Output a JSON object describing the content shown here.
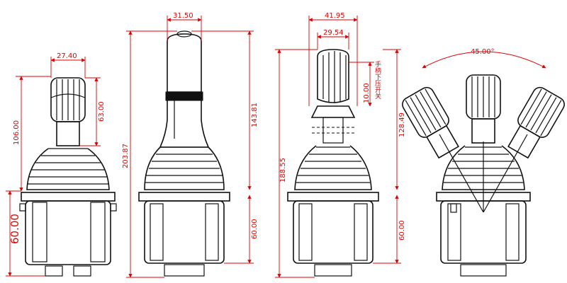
{
  "views": [
    {
      "name": "view-1",
      "dimensions": {
        "knob_width": "27.40",
        "total_height": "106.00",
        "knob_height": "63.00",
        "base_height": "60.00"
      }
    },
    {
      "name": "view-2",
      "dimensions": {
        "handle_width": "31.50",
        "total_height": "203.87",
        "above_base_height": "143.81",
        "base_height": "60.00"
      }
    },
    {
      "name": "view-3",
      "dimensions": {
        "outer_width": "41.95",
        "inner_width": "29.54",
        "push_travel": "10.00",
        "total_height": "188.55",
        "above_base_height": "128.49",
        "base_height": "60.00",
        "note": "手柄下压开关"
      }
    },
    {
      "name": "view-4",
      "dimensions": {
        "tilt_angle": "45.00°"
      }
    }
  ],
  "colors": {
    "outline": "#111111",
    "dimension": "#e00000"
  }
}
